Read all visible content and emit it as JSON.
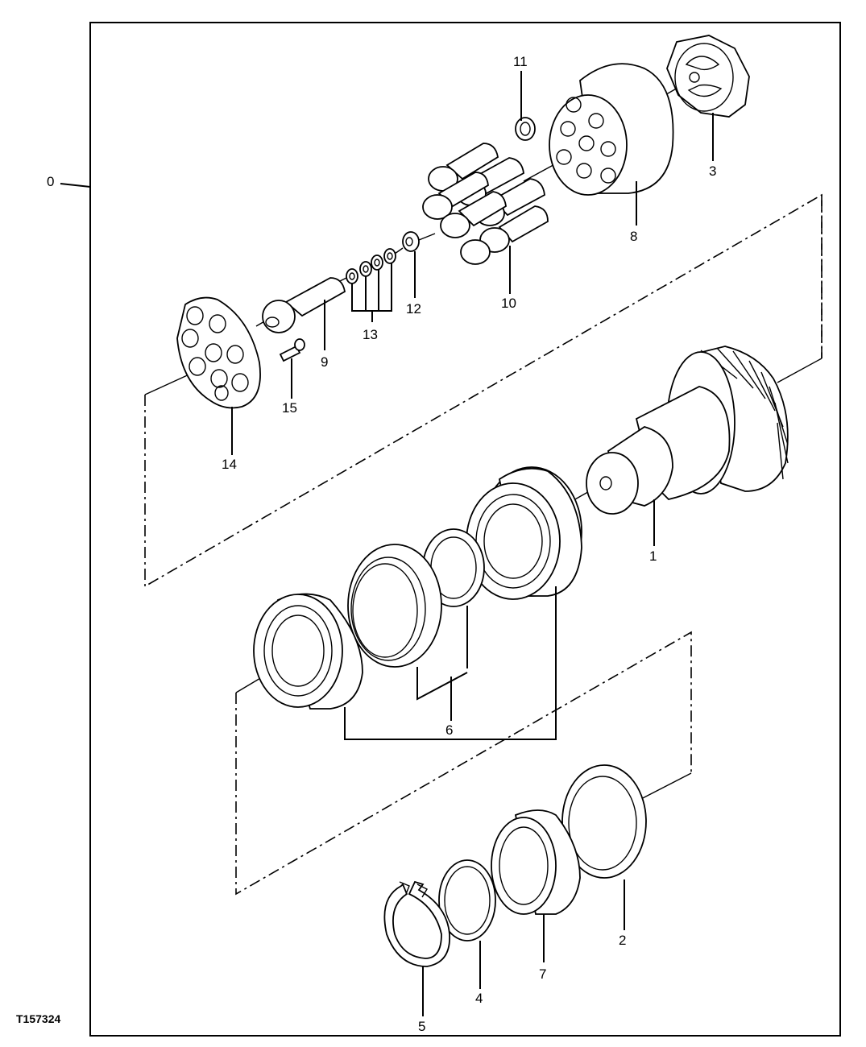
{
  "figure_id": "T157324",
  "callouts": {
    "c0": "0",
    "c1": "1",
    "c2": "2",
    "c3": "3",
    "c4": "4",
    "c5": "5",
    "c6": "6",
    "c7": "7",
    "c8": "8",
    "c9": "9",
    "c10": "10",
    "c11": "11",
    "c12": "12",
    "c13": "13",
    "c14": "14",
    "c15": "15"
  }
}
